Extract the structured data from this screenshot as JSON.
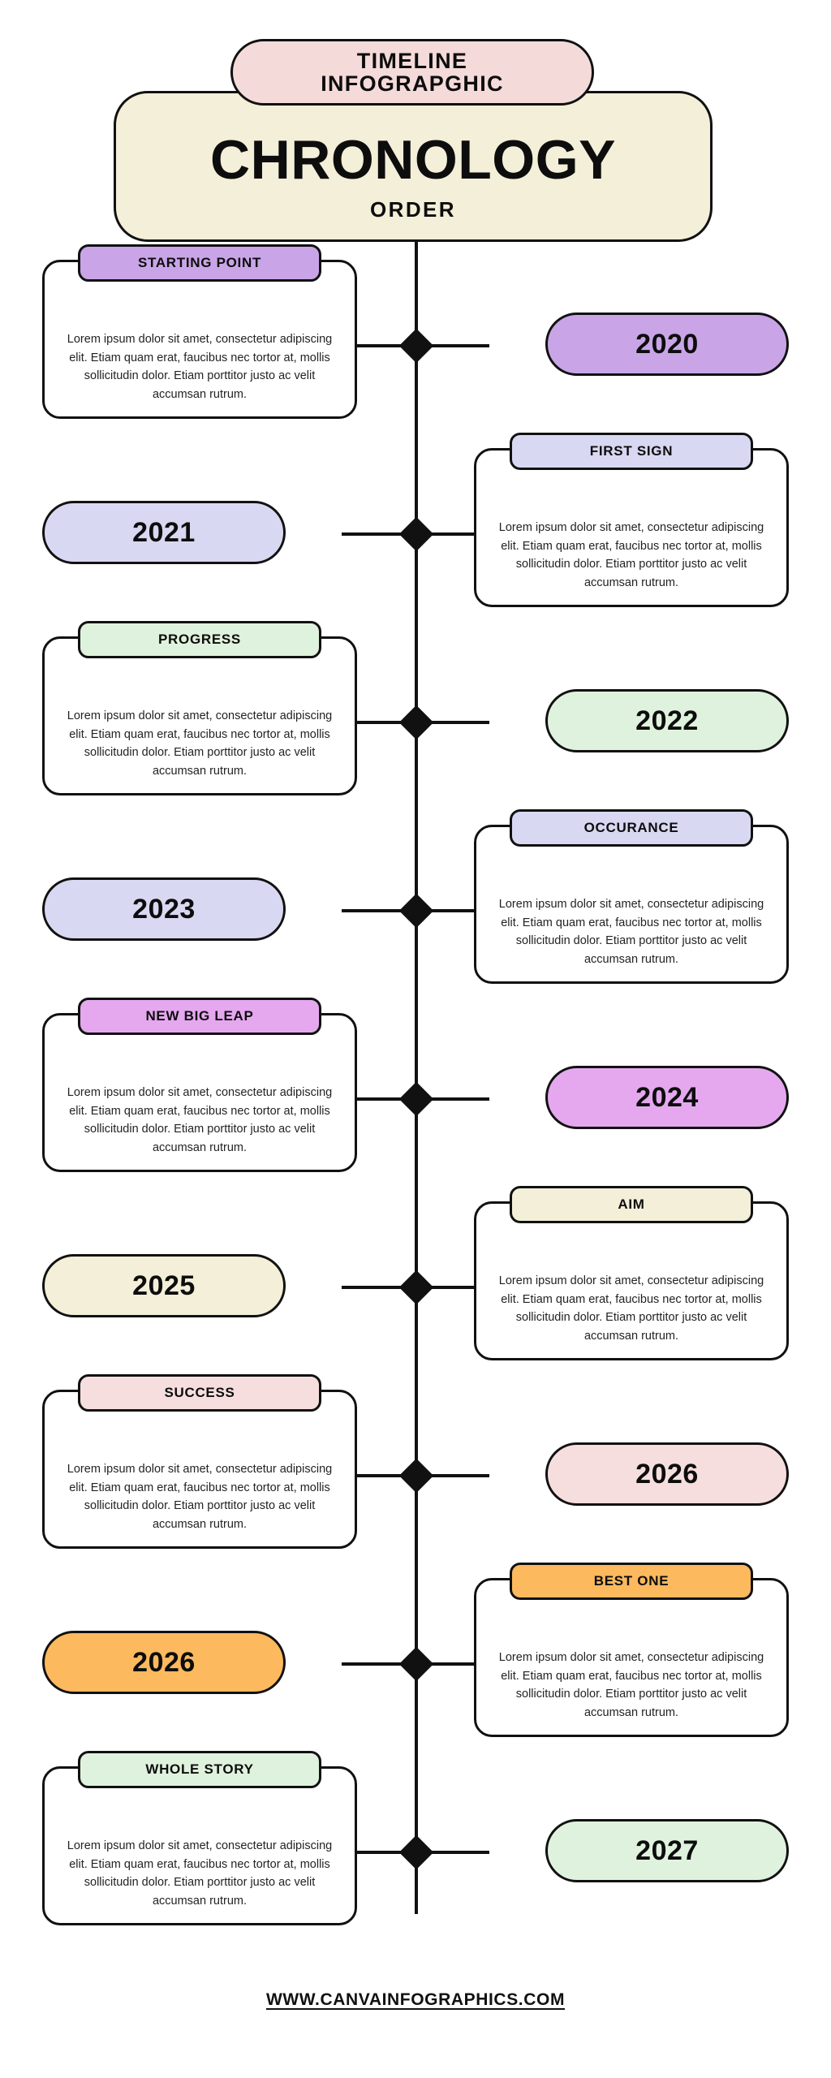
{
  "header": {
    "badge_line1": "TIMELINE",
    "badge_line2": "INFOGRAPGHIC",
    "title": "CHRONOLOGY",
    "subtitle": "ORDER",
    "badge_color": "#f5dada",
    "card_color": "#f3efd8"
  },
  "footer": {
    "url": "WWW.CANVAINFOGRAPHICS.COM"
  },
  "body_text": "Lorem ipsum dolor sit amet, consectetur adipiscing elit. Etiam quam erat, faucibus nec tortor at, mollis sollicitudin dolor. Etiam porttitor justo ac velit accumsan rutrum.",
  "chart_data": {
    "type": "timeline",
    "title": "CHRONOLOGY ORDER",
    "subtitle": "TIMELINE INFOGRAPGHIC",
    "orientation": "vertical",
    "alternating": true,
    "item_count": 10,
    "years": [
      "2020",
      "2021",
      "2022",
      "2023",
      "2024",
      "2025",
      "2026",
      "2026",
      "2027"
    ],
    "labels": [
      "STARTING POINT",
      "FIRST SIGN",
      "PROGRESS",
      "OCCURANCE",
      "NEW BIG LEAP",
      "AIM",
      "SUCCESS",
      "BEST ONE",
      "WHOLE STORY"
    ]
  },
  "rows": [
    {
      "label": "STARTING POINT",
      "year": "2020",
      "color": "#c9a5e8",
      "side": "card-left",
      "body": "Lorem ipsum dolor sit amet, consectetur adipiscing elit. Etiam quam erat, faucibus nec tortor at, mollis sollicitudin dolor. Etiam porttitor justo ac velit accumsan rutrum."
    },
    {
      "label": "FIRST SIGN",
      "year": "2021",
      "color": "#d8d8f2",
      "side": "card-right",
      "body": "Lorem ipsum dolor sit amet, consectetur adipiscing elit. Etiam quam erat, faucibus nec tortor at, mollis sollicitudin dolor. Etiam porttitor justo ac velit accumsan rutrum."
    },
    {
      "label": "PROGRESS",
      "year": "2022",
      "color": "#dff2dd",
      "side": "card-left",
      "body": "Lorem ipsum dolor sit amet, consectetur adipiscing elit. Etiam quam erat, faucibus nec tortor at, mollis sollicitudin dolor. Etiam porttitor justo ac velit accumsan rutrum."
    },
    {
      "label": "OCCURANCE",
      "year": "2023",
      "color": "#d8d8f2",
      "side": "card-right",
      "body": "Lorem ipsum dolor sit amet, consectetur adipiscing elit. Etiam quam erat, faucibus nec tortor at, mollis sollicitudin dolor. Etiam porttitor justo ac velit accumsan rutrum."
    },
    {
      "label": "NEW BIG LEAP",
      "year": "2024",
      "color": "#e5a8ef",
      "side": "card-left",
      "body": "Lorem ipsum dolor sit amet, consectetur adipiscing elit. Etiam quam erat, faucibus nec tortor at, mollis sollicitudin dolor. Etiam porttitor justo ac velit accumsan rutrum."
    },
    {
      "label": "AIM",
      "year": "2025",
      "color": "#f3efd8",
      "side": "card-right",
      "body": "Lorem ipsum dolor sit amet, consectetur adipiscing elit. Etiam quam erat, faucibus nec tortor at, mollis sollicitudin dolor. Etiam porttitor justo ac velit accumsan rutrum."
    },
    {
      "label": "SUCCESS",
      "year": "2026",
      "color": "#f7dede",
      "side": "card-left",
      "body": "Lorem ipsum dolor sit amet, consectetur adipiscing elit. Etiam quam erat, faucibus nec tortor at, mollis sollicitudin dolor. Etiam porttitor justo ac velit accumsan rutrum."
    },
    {
      "label": "BEST ONE",
      "year": "2026",
      "color": "#fcb95d",
      "side": "card-right",
      "body": "Lorem ipsum dolor sit amet, consectetur adipiscing elit. Etiam quam erat, faucibus nec tortor at, mollis sollicitudin dolor. Etiam porttitor justo ac velit accumsan rutrum."
    },
    {
      "label": "WHOLE STORY",
      "year": "2027",
      "color": "#dff2dd",
      "side": "card-left",
      "body": "Lorem ipsum dolor sit amet, consectetur adipiscing elit. Etiam quam erat, faucibus nec tortor at, mollis sollicitudin dolor. Etiam porttitor justo ac velit accumsan rutrum."
    }
  ]
}
